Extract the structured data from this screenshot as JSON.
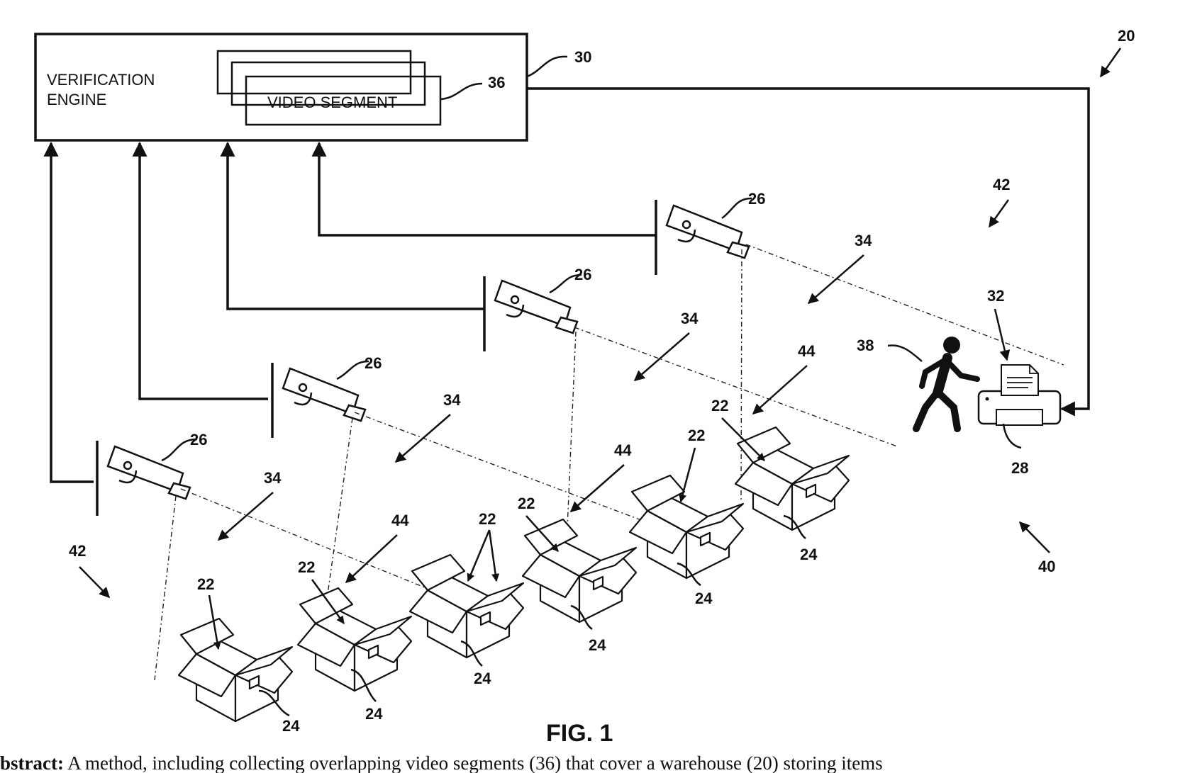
{
  "engine": {
    "title_line1": "VERIFICATION",
    "title_line2": "ENGINE",
    "segment_label": "VIDEO SEGMENT"
  },
  "reference_numerals": {
    "warehouse": "20",
    "engine": "30",
    "video_segment": "36",
    "camera": "26",
    "field_of_view": "34",
    "aisle": "42",
    "overlap": "44",
    "item": "22",
    "location": "24",
    "person": "38",
    "output_device": "28",
    "document": "32",
    "area": "40"
  },
  "figure_label": "FIG. 1",
  "abstract": {
    "heading": "bstract:",
    "text": " A method, including collecting overlapping video segments (36) that cover a warehouse (20) storing items"
  }
}
